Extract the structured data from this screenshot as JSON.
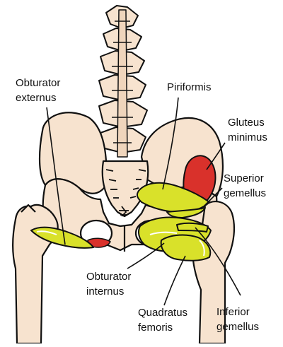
{
  "colors": {
    "bone": "#f7e3cf",
    "outline": "#111111",
    "muscle_yellow": "#d9e12a",
    "muscle_red": "#d9312b",
    "leader": "#111111"
  },
  "labels": {
    "obturator_externus": {
      "line1": "Obturator",
      "line2": "externus"
    },
    "piriformis": {
      "line1": "Piriformis"
    },
    "gluteus_minimus": {
      "line1": "Gluteus",
      "line2": "minimus"
    },
    "superior_gemellus": {
      "line1": "Superior",
      "line2": "gemellus"
    },
    "obturator_internus": {
      "line1": "Obturator",
      "line2": "internus"
    },
    "quadratus_femoris": {
      "line1": "Quadratus",
      "line2": "femoris"
    },
    "inferior_gemellus": {
      "line1": "Inferior",
      "line2": "gemellus"
    }
  }
}
